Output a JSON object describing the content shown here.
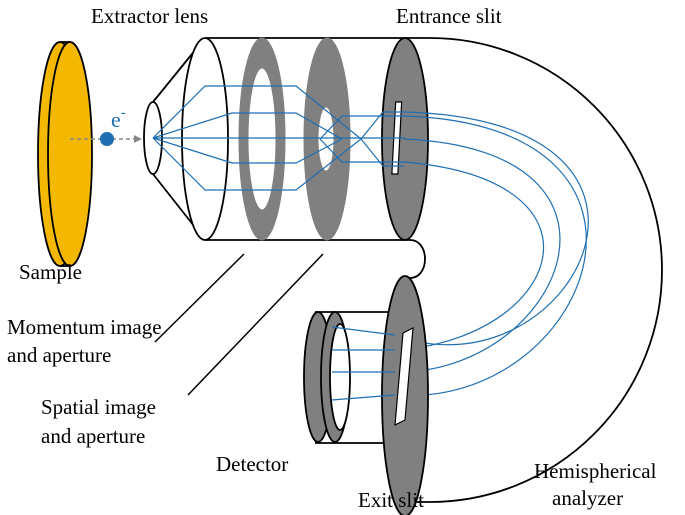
{
  "labels": {
    "extractor": "Extractor lens",
    "entrance": "Entrance slit",
    "sample": "Sample",
    "momentum_line1": "Momentum image",
    "momentum_line2": "and aperture",
    "spatial_line1": "Spatial image",
    "spatial_line2": "and aperture",
    "detector": "Detector",
    "exit": "Exit slit",
    "hemi_line1": "Hemispherical",
    "hemi_line2": "analyzer",
    "electron": "e",
    "electron_sup": "-"
  },
  "colors": {
    "sample_fill": "#F5B800",
    "sample_stroke": "#000000",
    "aperture_gray": "#808080",
    "ray_blue": "#1F6FB2",
    "electron_blue": "#1F6FB2",
    "outline": "#000000",
    "dashed_path": "#888888"
  },
  "icons": {
    "electron": "electron-dot",
    "sample": "sample-disk"
  }
}
